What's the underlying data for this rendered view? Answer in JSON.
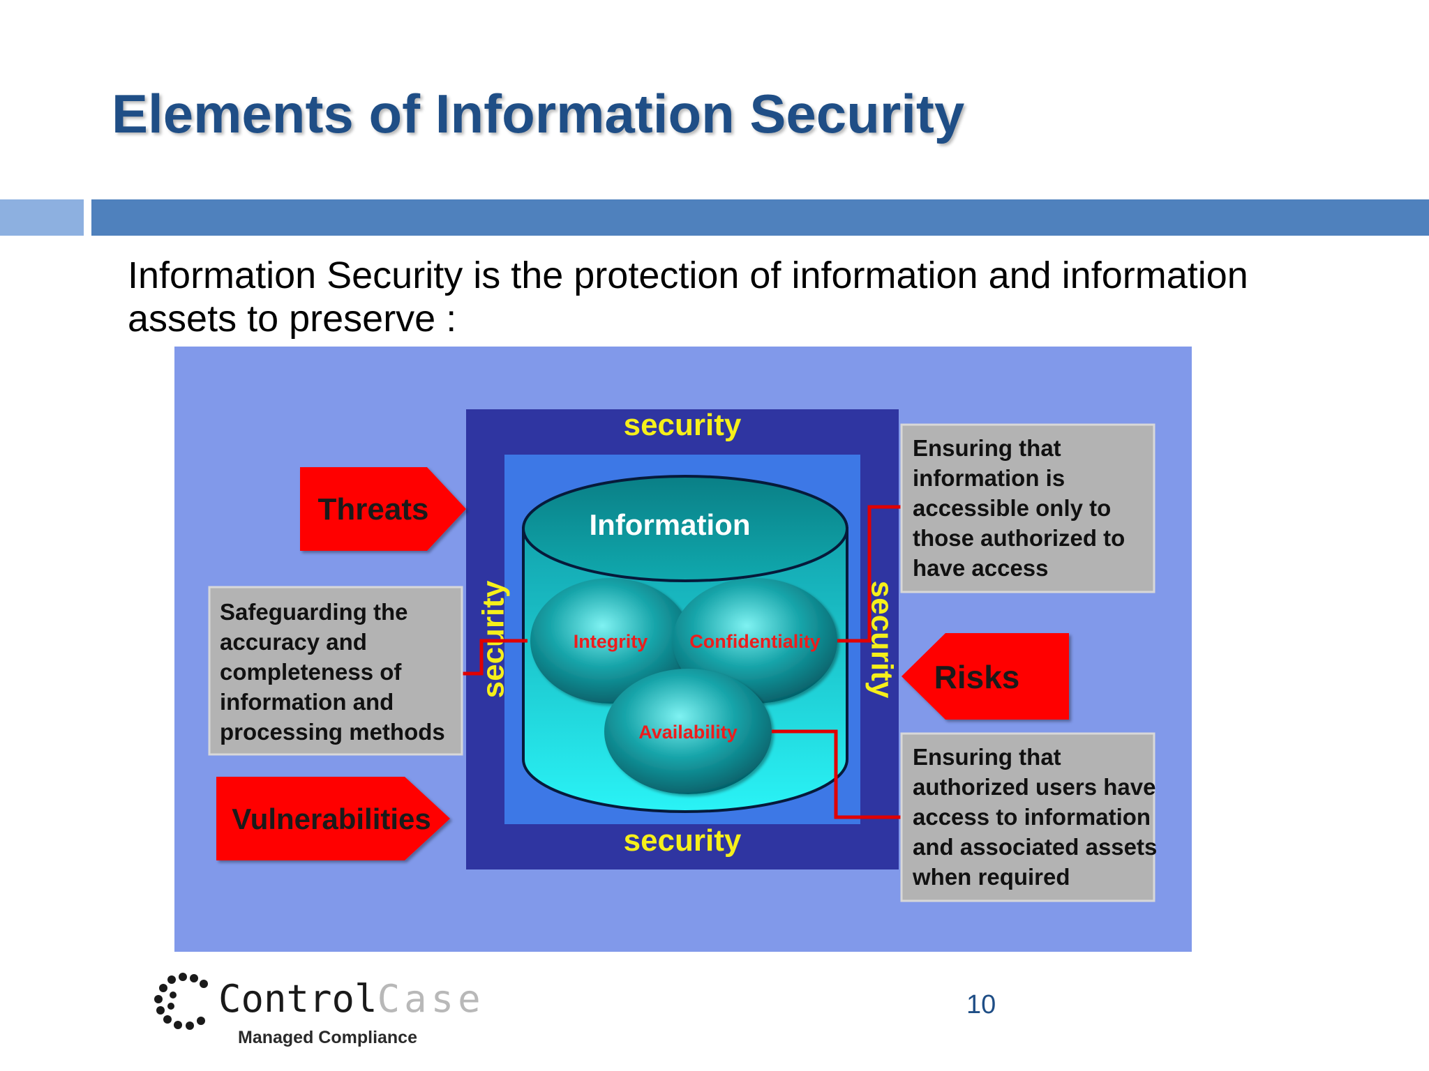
{
  "slide": {
    "title": "Elements of Information Security",
    "intro": "Information Security is the protection of information and information assets to preserve :",
    "page_number": "10"
  },
  "diagram": {
    "security_labels": {
      "top": "security",
      "bottom": "security",
      "left": "security",
      "right": "security"
    },
    "database_label": "Information",
    "spheres": {
      "integrity": "Integrity",
      "confidentiality": "Confidentiality",
      "availability": "Availability"
    },
    "arrows": {
      "threats": "Threats",
      "vulnerabilities": "Vulnerabilities",
      "risks": "Risks"
    },
    "boxes": {
      "integrity_def": [
        "Safeguarding the",
        "accuracy and",
        "completeness of",
        "information and",
        "processing methods"
      ],
      "confidentiality_def": [
        "Ensuring that",
        "information is",
        "accessible only to",
        "those authorized to",
        "have access"
      ],
      "availability_def": [
        "Ensuring that",
        "authorized users have",
        "access to information",
        "and associated assets",
        "when required"
      ]
    },
    "colors": {
      "background": "#8199ea",
      "frame": "#2f35a1",
      "inner_panel": "#3d78e6",
      "security_text": "#f6f01a",
      "arrow": "#ff0000",
      "connector": "#e00000",
      "box": "#b3b3b3",
      "sphere_text": "#ee1c1c"
    }
  },
  "logo": {
    "brand_dark": "Control",
    "brand_light": "Case",
    "tagline": "Managed Compliance"
  }
}
